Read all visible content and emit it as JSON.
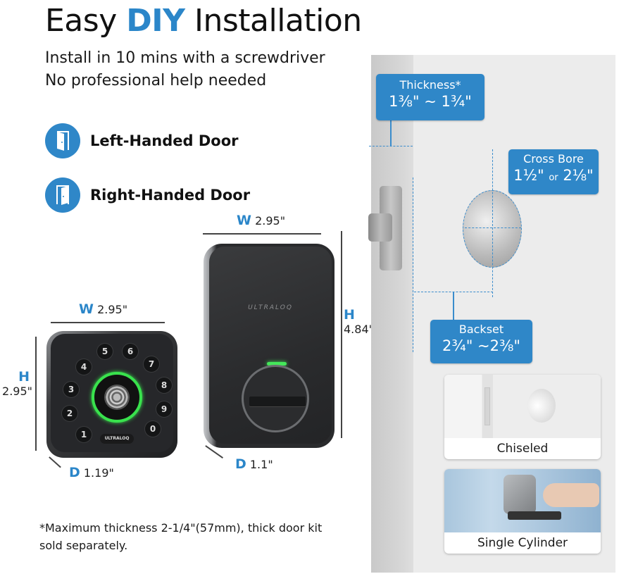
{
  "header": {
    "title_prefix": "Easy",
    "title_accent": "DIY",
    "title_suffix": "Installation",
    "accent_color": "#2b86c9",
    "subtitle_lines": [
      "Install in 10 mins with a screwdriver",
      "No professional help needed"
    ]
  },
  "door_types": [
    {
      "label": "Left-Handed Door",
      "icon": "left-door-icon"
    },
    {
      "label": "Right-Handed Door",
      "icon": "right-door-icon"
    }
  ],
  "keypad": {
    "width_key": "W",
    "width_value": "2.95\"",
    "height_key": "H",
    "height_value": "2.95\"",
    "depth_key": "D",
    "depth_value": "1.19\"",
    "keys": [
      "1",
      "2",
      "3",
      "4",
      "5",
      "6",
      "7",
      "8",
      "9",
      "0"
    ],
    "brand": "ULTRALOQ",
    "ring_color": "#39e24d"
  },
  "interior": {
    "width_key": "W",
    "width_value": "2.95\"",
    "height_key": "H",
    "height_value": "4.84\"",
    "depth_key": "D",
    "depth_value": "1.1\"",
    "brand": "ULTRALOQ"
  },
  "callouts": {
    "thickness": {
      "title": "Thickness*",
      "value": "1⅜\" ∼ 1¾\""
    },
    "cross_bore": {
      "title": "Cross Bore",
      "value_a": "1½\"",
      "value_or": "or",
      "value_b": "2⅛\""
    },
    "backset": {
      "title": "Backset",
      "value": "2¾\" ∼2⅜\""
    }
  },
  "cards": [
    {
      "caption": "Chiseled"
    },
    {
      "caption": "Single Cylinder"
    }
  ],
  "footnote": "*Maximum thickness 2-1/4\"(57mm), thick door kit sold separately."
}
